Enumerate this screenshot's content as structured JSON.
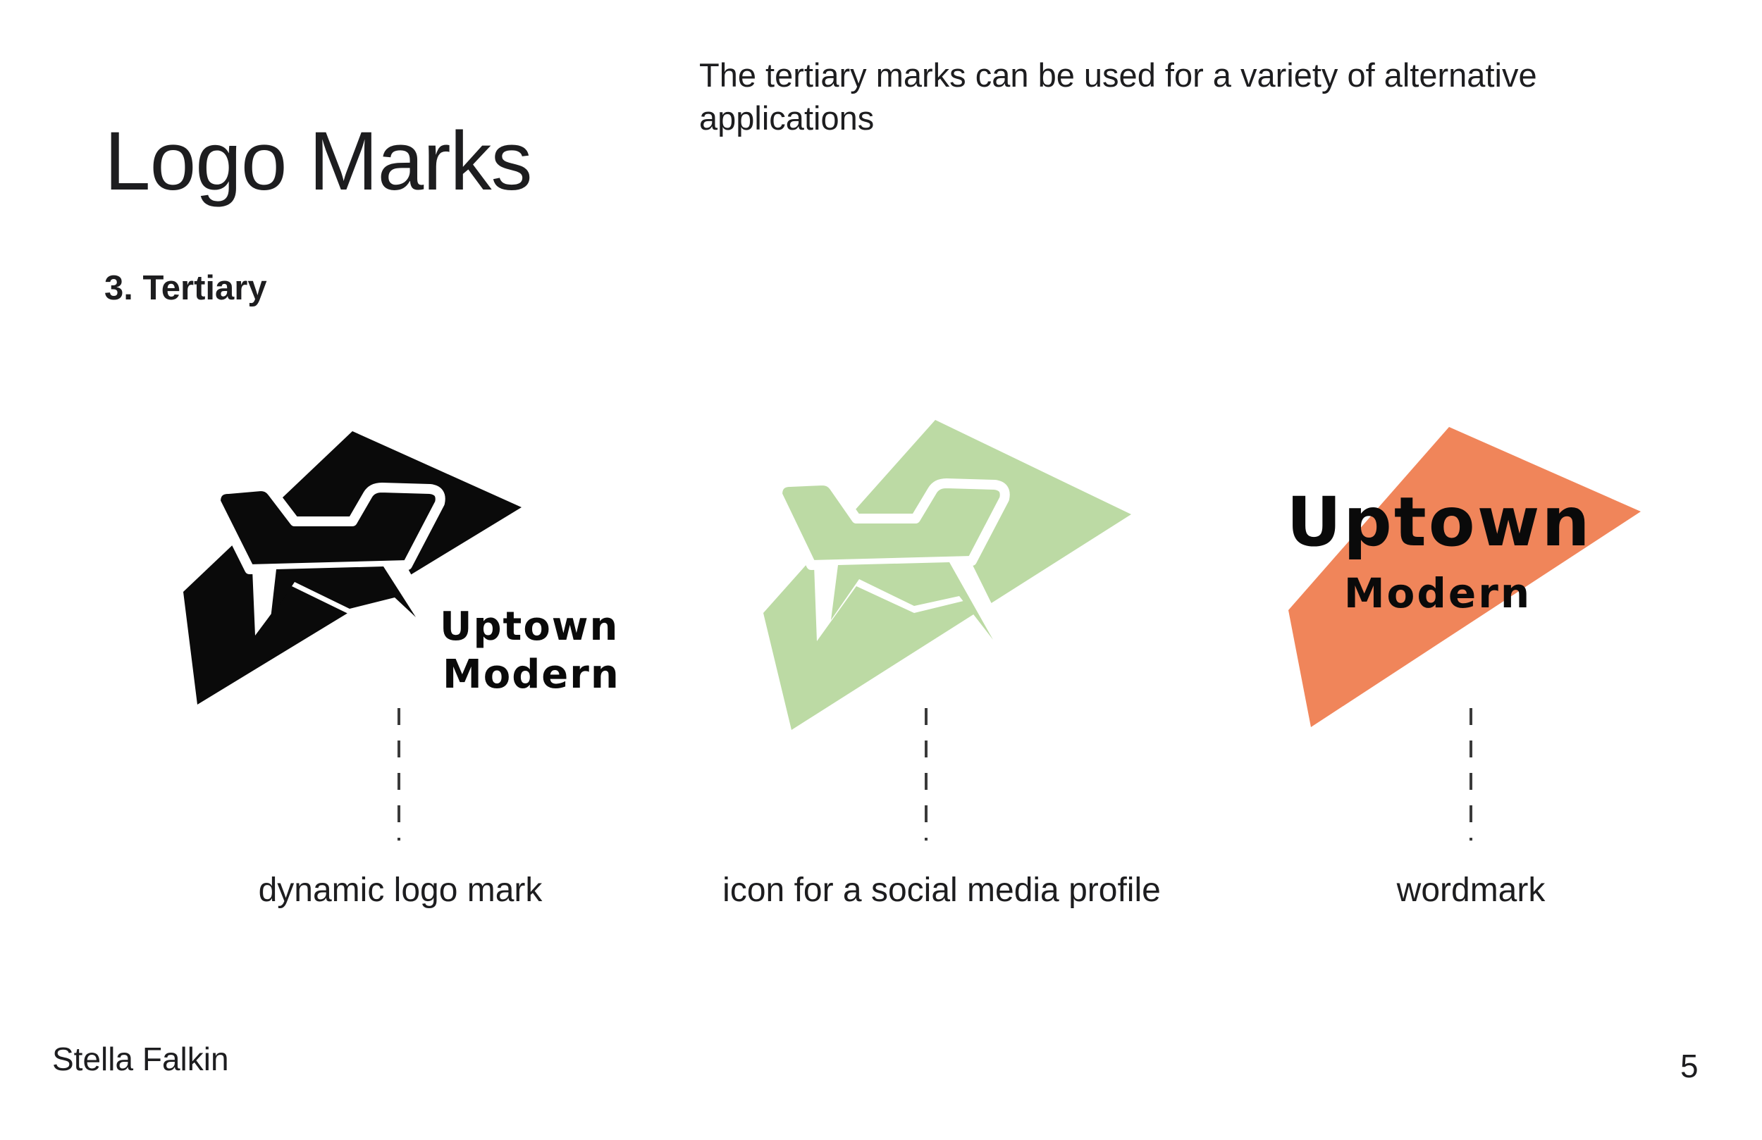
{
  "page": {
    "title": "Logo Marks",
    "intro": "The tertiary marks can be used for a variety of alternative applications",
    "section_heading": "3. Tertiary",
    "author": "Stella Falkin",
    "page_number": "5"
  },
  "marks": [
    {
      "caption": "dynamic logo mark",
      "color": "#0a0a0a",
      "wordmark_line1": "Uptown",
      "wordmark_line2": "Modern"
    },
    {
      "caption": "icon for a social media profile",
      "color": "#bcdaa4"
    },
    {
      "caption": "wordmark",
      "color": "#f0855a",
      "wordmark_line1": "Uptown",
      "wordmark_line2": "Modern"
    }
  ]
}
